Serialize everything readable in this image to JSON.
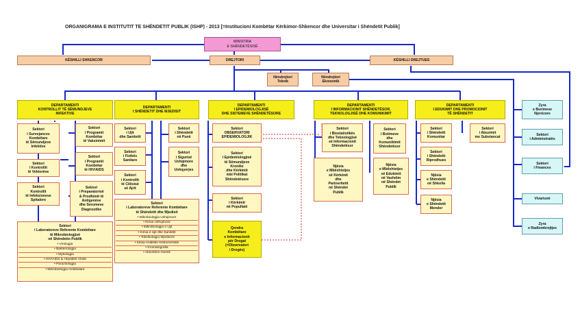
{
  "title": "ORGANIGRAMA E INSTITUTIT TE SHËNDETIT PUBLIK (ISHP) - 2013  [=Institucioni Kombëtar Kërkimor-Shkencor dhe Universitar i Shëndetit Publik]",
  "top": {
    "ministria": [
      "MINISTRIA",
      "E SHËNDETËSISË"
    ],
    "keshilli_shkencor": "KËSHILLI SHKENCOR",
    "drejtori": "DREJTORI",
    "keshilli_drejtues": "KËSHILLI DREJTUES",
    "nendrejtori_teknik": [
      "Nëndrejtori",
      "Teknik"
    ],
    "nendrejtori_ekonomik": [
      "Nëndrejtori",
      "Ekonomik"
    ]
  },
  "departments": {
    "d1": [
      "DEPARTAMENTI",
      "KONTROLLIT TË SËMUNDJEVE",
      "INFEKTIVE"
    ],
    "d2": [
      "DEPARTAMENTI",
      "I SHËNDETIT DHE MJEDISIT"
    ],
    "d3": [
      "DEPARTAMENTI",
      "I EPIDEMIOLOGJISË",
      "DHE SISTEMEVE SHËNDETËSORE"
    ],
    "d4": [
      "DEPARTAMENTI",
      "I INFORMACIONIT SHËNDETËSOR,",
      "TEKNOLOGJISË DHE KOMUNIKIMIT"
    ],
    "d5": [
      "DEPARTAMENTI",
      "I EDUKIMIT DHE PROMOCIONIT",
      "TË SHËNDETIT"
    ]
  },
  "d1_sectors": {
    "s_surv": [
      "Sektori",
      "i Survejances",
      "Kombëtare",
      "të Sëmundjeve",
      "Infektive"
    ],
    "s_vaks": [
      "Sektori",
      "i Programit",
      "Kombëtar",
      "të Vaksinimit"
    ],
    "s_vekt": [
      "Sektori",
      "i Kontrollit",
      "të Vektorëve"
    ],
    "s_hiv": [
      "Sektori",
      "i Programit",
      "Kombëtar",
      "të HIV/AIDS"
    ],
    "s_infek": [
      "Sektori",
      "Kontrollit",
      "të Infeksioneve",
      "Spitalore"
    ],
    "s_prep": [
      "Sektori",
      "i Preparatorisë",
      "& Prodhimit të",
      "Antigenëve",
      "dhe Serumeve",
      "Diagnostike"
    ]
  },
  "d1_lab": {
    "head": [
      "Sektori",
      "i Laboratoreve Referente Kombëtare",
      "të Mikrobiologjisë",
      "në Shëndetin Publik"
    ],
    "items": [
      "• Virologjia",
      "• Bakteriologjia",
      "• Mykologjia",
      "• HIV/AIDS  &  Hepatitet Virale",
      "• Parazitologjia",
      "• Mikrobiologjia molekulare"
    ]
  },
  "d2_sectors": {
    "s_ujit": [
      "Sektori",
      "i Ujit",
      "dhe Sanitetit"
    ],
    "s_pune": [
      "Sektori",
      "i Shëndetit",
      "në Punë"
    ],
    "s_fiz": [
      "Sektori",
      "i Fizikës",
      "Sanitare"
    ],
    "s_sig": [
      "Sektori",
      "i Sigurisë",
      "Ushqimore",
      "dhe",
      "Ushqyerjes"
    ],
    "s_cil": [
      "Sektori",
      "i Kontrollit",
      "të Cilësisë",
      "së Ajrit"
    ]
  },
  "d2_lab": {
    "head": [
      "Sektori",
      "i Laboratoreve Referente Kombëtare",
      "të Shëndetit dhe Mjedisit"
    ],
    "items": [
      "• Mikrobiologjia Ushqimore",
      "• Kimia Ushqimore",
      "• Mikrobiologjia e Ujit",
      "• Kimia e Ujit dhe Sanitetit",
      "• Toksikologjia Mjedisore",
      "• Kimia Analitike Instrumentale",
      "• Kromatografia",
      "• Absorbimi Atomik"
    ]
  },
  "d3_sectors": {
    "s_obs": [
      "Sektori",
      "OBSERVATORI",
      "EPIDEMIOLOGJIK"
    ],
    "s_kron": [
      "Sektori",
      "i Epidemiologjisë",
      "të Sëmundjeve",
      "Kronike",
      "dhe Kërkimit",
      "mbi Politikat",
      "Shëndetësore"
    ],
    "s_pop": [
      "Sektori",
      "i Kërkimit",
      "në Popullatë"
    ],
    "qendra": [
      "Qendra",
      "Kombëtare",
      "e Informacionit",
      "për Drogat",
      "(=Observatori",
      "i Drogës)"
    ]
  },
  "d4_sectors": {
    "s_bio": [
      "Sektori",
      "i Biostatistikës",
      "dhe Teknologjisë",
      "së Informacionit",
      "Shëndetësor"
    ],
    "s_bot": [
      "Sektori",
      "i Botimeve",
      "dhe",
      "Komunikimit",
      "Shëndetësor"
    ],
    "n_partner": [
      "Njësia",
      "e Mbështetjes",
      "së Kërkimit",
      "dhe",
      "Partneritetit",
      "në Shëndet",
      "Publik"
    ],
    "n_vazhd": [
      "Njësia",
      "e Mbështetjes",
      "së Edukimit",
      "në Vazhdim",
      "në Shëndet",
      "Publik"
    ]
  },
  "d5_sectors": {
    "s_kom": [
      "Sektori",
      "i Shëndetit",
      "Komunitar"
    ],
    "s_abuz": [
      "Sektori",
      "i Abuzimit",
      "me Substancat"
    ],
    "s_riprod": [
      "Sektori",
      "i Shëndetit",
      "Riprodhues"
    ],
    "n_shkolla": [
      "Njësia",
      "e Shëndetit",
      "në Shkolla"
    ],
    "n_mendor": [
      "Njësia",
      "e Shëndetit",
      "Mendor"
    ]
  },
  "right": {
    "zyra_bur": [
      "Zyra",
      "e Burimeve",
      "Njerëzore"
    ],
    "admin": [
      "Sektori",
      "i Administratës"
    ],
    "fin": [
      "Sektori",
      "i Finances"
    ],
    "vivar": [
      "Vivariumi"
    ],
    "radio": [
      "Zyra",
      "e Radiombrojtjes"
    ]
  },
  "colors": {
    "line_blue": "#1626c9",
    "line_red": "#d42a2a",
    "dept_yellow": "#f5ee1a",
    "sector_yellow": "#fff7c2",
    "ministry_pink": "#f39ad5",
    "council_tan": "#f7cda6",
    "admin_cyan": "#d7f6f6"
  }
}
